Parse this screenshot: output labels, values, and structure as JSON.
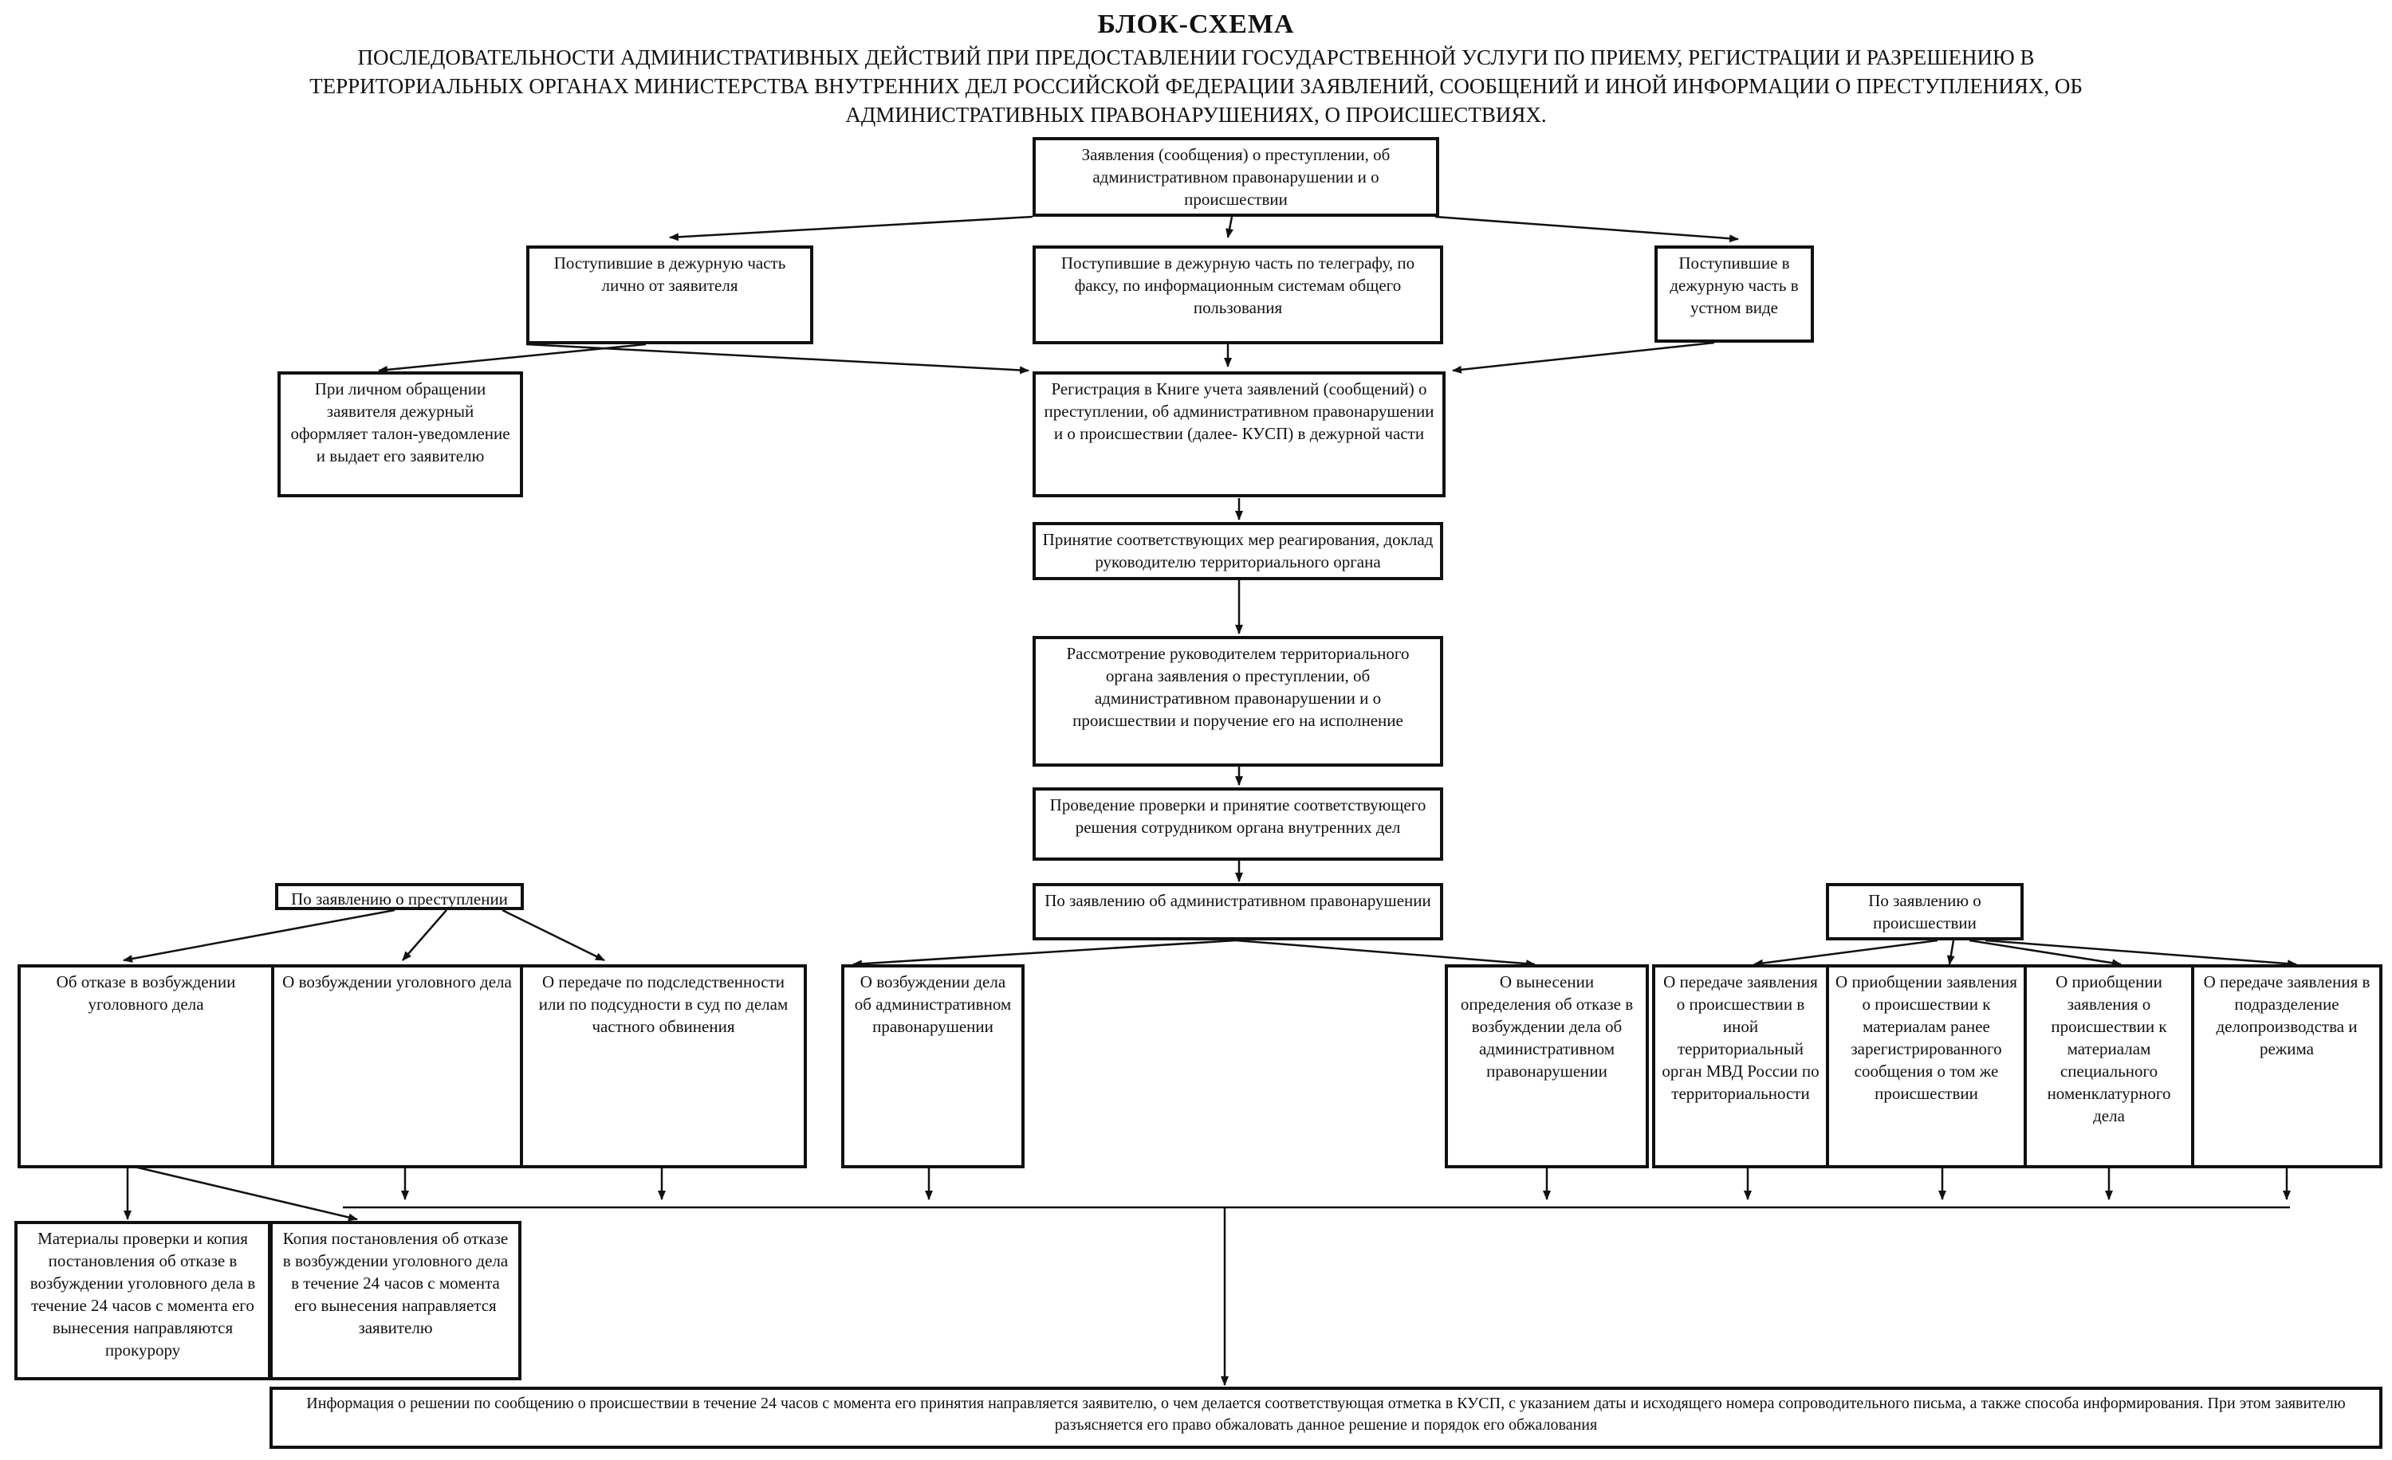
{
  "title": "БЛОК-СХЕМА",
  "subtitle": "последовательности административных действий при предоставлении государственной услуги по приему, регистрации и разрешению в территориальных органах Министерства внутренних дел Российской Федерации заявлений, сообщений и иной информации о преступлениях, об административных правонарушениях, о происшествиях.",
  "nodes": {
    "root": "Заявления (сообщения) о преступлении, об административном правонарушении и о происшествии",
    "in_person": "Поступившие в дежурную часть лично от заявителя",
    "by_telegraph": "Поступившие в дежурную часть по телеграфу, по факсу, по информационным системам общего пользования",
    "oral": "Поступившие в дежурную часть в устном виде",
    "talon": "При личном обращении заявителя дежурный оформляет талон-уведомление и выдает его заявителю",
    "registration": "Регистрация в Книге учета заявлений (сообщений) о преступлении, об административном правонарушении и о происшествии (далее- КУСП) в дежурной части",
    "measures": "Принятие соответствующих мер реагирования, доклад руководителю территориального органа",
    "review": "Рассмотрение руководителем территориального органа заявления о преступлении, об административном правонарушении и о происшествии и поручение его на исполнение",
    "check": "Проведение проверки и принятие соответствующего решения сотрудником органа внутренних дел",
    "crime": "По заявлению о преступлении",
    "admin": "По заявлению об административном правонарушении",
    "incident": "По заявлению о происшествии",
    "refuse_criminal": "Об отказе в возбуждении уголовного дела",
    "open_criminal": "О возбуждении уголовного дела",
    "transfer_court": "О передаче по подследственности или по подсудности в суд по делам частного обвинения",
    "open_admin": "О возбуждении дела об административном правонарушении",
    "refuse_admin": "О вынесении определения об отказе в возбуждении дела об административном правонарушении",
    "transfer_mvd": "О передаче заявления о происшествии в иной территориальный орган МВД России по территориальности",
    "attach_prior": "О приобщении заявления о происшествии к материалам ранее зарегистрированного сообщения о том же происшествии",
    "attach_special": "О приобщении заявления о происшествии к материалам специального номенклатурного дела",
    "transfer_records": "О передаче заявления в подразделение делопроизводства и режима",
    "to_prosecutor": "Материалы проверки и копия постановления об отказе в возбуждении уголовного дела в течение 24 часов с момента его вынесения направляются прокурору",
    "copy_applicant": "Копия постановления об отказе в возбуждении уголовного дела в течение 24 часов с момента его вынесения направляется заявителю",
    "final_info": "Информация о решении по сообщению о происшествии в течение 24 часов с момента его принятия направляется заявителю, о чем делается соответствующая отметка в КУСП, с указанием даты и исходящего номера сопроводительного письма, а также способа информирования. При этом заявителю разъясняется его право обжаловать данное решение и порядок его обжалования"
  }
}
